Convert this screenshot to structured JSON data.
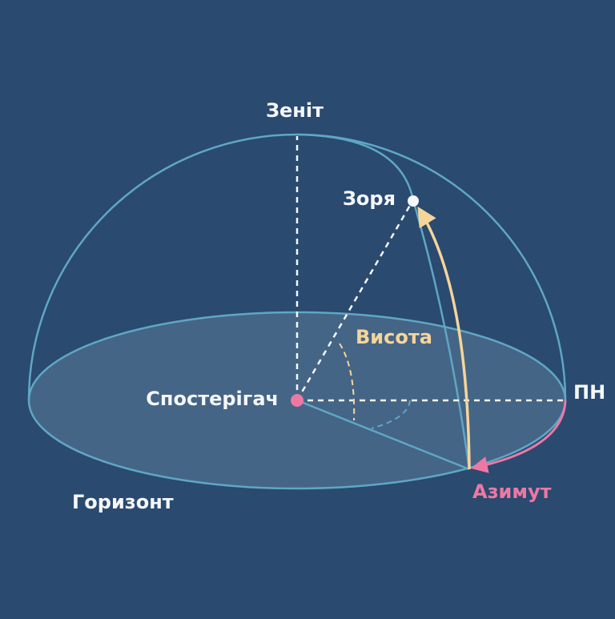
{
  "labels": {
    "zenith": "Зеніт",
    "star": "Зоря",
    "altitude": "Висота",
    "observer": "Спостерігач",
    "north": "ПН",
    "azimuth": "Азимут",
    "horizon": "Горизонт"
  },
  "colors": {
    "background": "#2a4a70",
    "sphere_line": "#5fa7c4",
    "horizon_fill": "#4a6a8a",
    "label_white": "#f5f7fa",
    "altitude": "#f6d59a",
    "azimuth": "#ee78a4",
    "observer_point": "#ee78a4",
    "star_point": "#f5f7fa"
  }
}
